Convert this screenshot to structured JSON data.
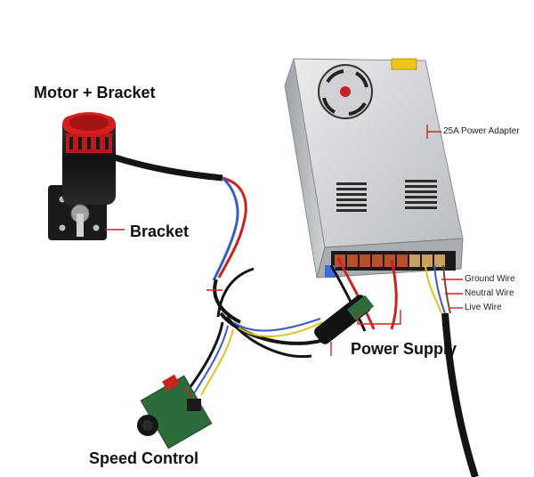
{
  "labels": {
    "motor_bracket": "Motor + Bracket",
    "bracket": "Bracket",
    "power_adapter": "25A Power Adapter",
    "ground_wire": "Ground Wire",
    "neutral_wire": "Neutral Wire",
    "live_wire": "Live Wire",
    "power_supply": "Power Supply",
    "speed_control": "Speed Control"
  },
  "colors": {
    "accent_red": "#d81e1e",
    "wire_black": "#141414",
    "wire_red": "#c8241f",
    "wire_blue": "#3a5cc8",
    "wire_yellow": "#e1c21b",
    "pcb_green": "#2d6b3a",
    "metal": "#c8cacc"
  }
}
